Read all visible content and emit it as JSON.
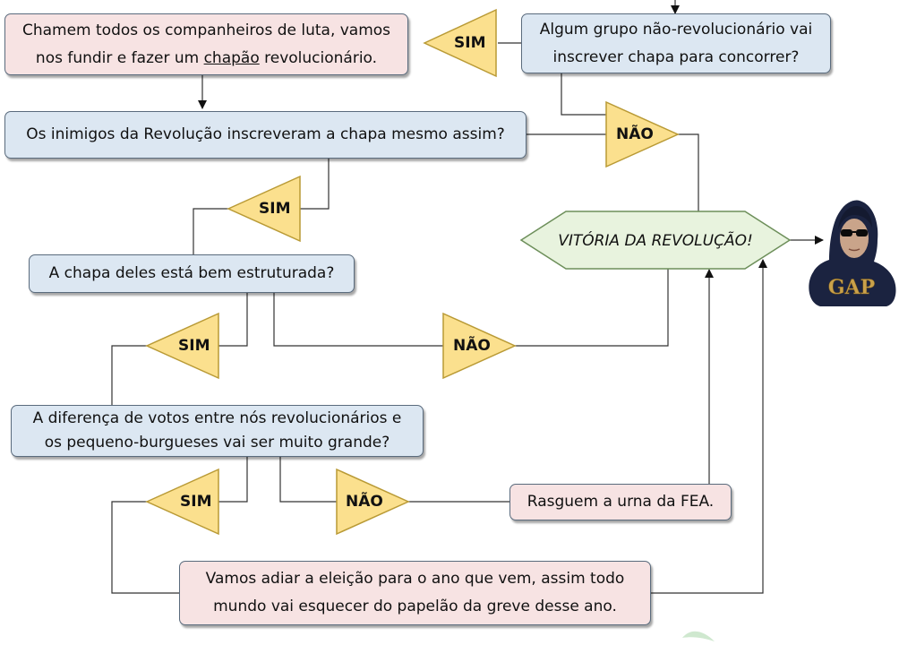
{
  "flowchart": {
    "top_right_question": {
      "line1": "Algum grupo não-revolucionário vai",
      "line2": "inscrever chapa para concorrer?"
    },
    "merge_box": {
      "line1": "Chamem todos os companheiros de luta, vamos",
      "line2_before": "nos fundir e fazer um ",
      "line2_underlined": "chapão",
      "line2_after": " revolucionário."
    },
    "enemies_question": "Os inimigos da Revolução inscreveram a chapa mesmo assim?",
    "structured_question": "A chapa deles está bem estruturada?",
    "vote_gap_question": {
      "line1": "A diferença de votos entre nós revolucionários e",
      "line2": "os pequeno-burgueses vai ser muito grande?"
    },
    "tear_urn_box": "Rasguem a urna da FEA.",
    "postpone_box": {
      "line1": "Vamos adiar a eleição para o ano que vem, assim todo",
      "line2": "mundo vai esquecer do papelão da greve desse ano."
    },
    "victory": "VITÓRIA DA REVOLUÇÃO!",
    "labels": {
      "yes": "SIM",
      "no": "NÃO"
    }
  },
  "avatar_logo": "GAP",
  "colors": {
    "question_fill": "#dce7f2",
    "action_fill": "#f7e3e3",
    "triangle_fill": "#fbe08e",
    "triangle_stroke": "#b99a35",
    "hexagon_fill": "#e8f3de",
    "hexagon_stroke": "#6d8f5a",
    "box_border": "#5a6b7d"
  }
}
